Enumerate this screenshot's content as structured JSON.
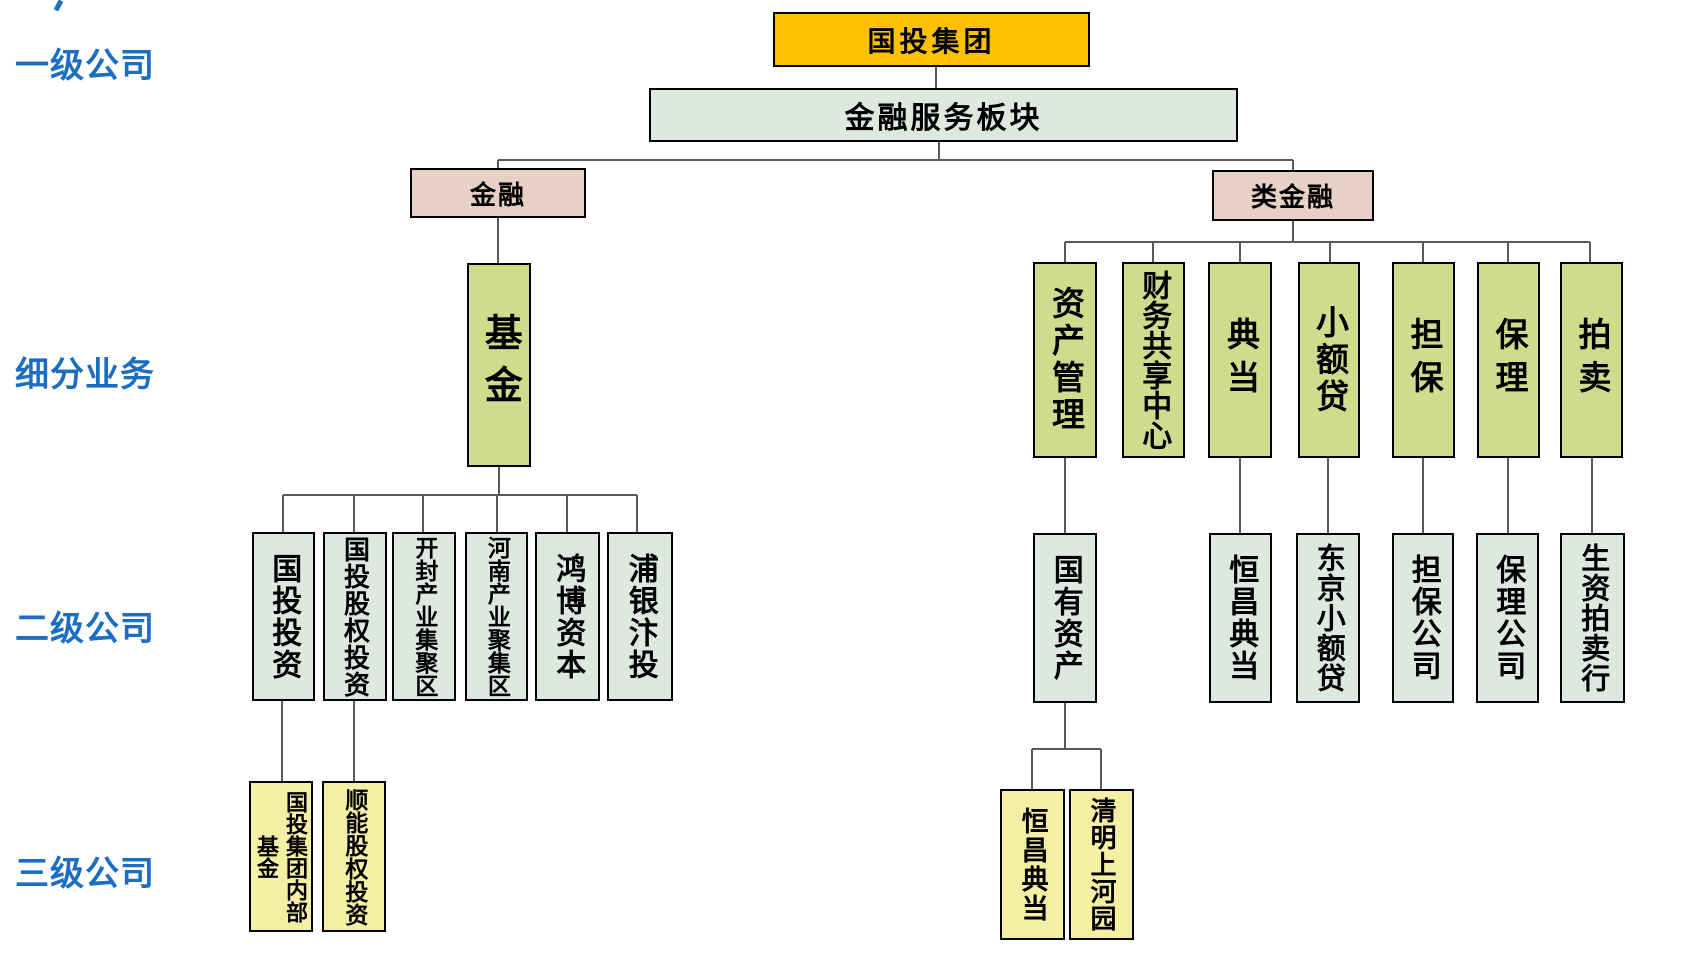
{
  "diagram": {
    "type": "org-chart",
    "row_labels": {
      "tier1": "一级公司",
      "segments": "细分业务",
      "tier2": "二级公司",
      "tier3": "三级公司"
    },
    "nodes": {
      "root": "国投集团",
      "sector": "金融服务板块",
      "finance": "金融",
      "quasi_finance": "类金融",
      "fund": "基金",
      "asset_management": "资产管理",
      "financial_shared_center": "财务共享中心",
      "pawn": "典当",
      "micro_loan": "小额贷",
      "guarantee": "担保",
      "factoring": "保理",
      "auction": "拍卖",
      "guotou_investment": "国投投资",
      "guotou_equity_investment": "国投股权投资",
      "kaifeng_industrial_cluster": "开封产业集聚区",
      "henan_industrial_cluster": "河南产业聚集区",
      "hongbo_capital": "鸿博资本",
      "puyin_biantou": "浦银汴投",
      "group_internal_fund": "国投集团内部基金",
      "shunneng_equity_investment": "顺能股权投资",
      "state_owned_assets": "国有资产",
      "hengchang_pawn_l2": "恒昌典当",
      "dongjing_micro_loan": "东京小额贷",
      "guarantee_company": "担保公司",
      "factoring_company": "保理公司",
      "shengzi_auction_house": "生资拍卖行",
      "hengchang_pawn_l3": "恒昌典当",
      "qingming_riverside_park": "清明上河园"
    },
    "edges": [
      [
        "root",
        "sector"
      ],
      [
        "sector",
        "finance"
      ],
      [
        "sector",
        "quasi_finance"
      ],
      [
        "finance",
        "fund"
      ],
      [
        "fund",
        "guotou_investment"
      ],
      [
        "fund",
        "guotou_equity_investment"
      ],
      [
        "fund",
        "kaifeng_industrial_cluster"
      ],
      [
        "fund",
        "henan_industrial_cluster"
      ],
      [
        "fund",
        "hongbo_capital"
      ],
      [
        "fund",
        "puyin_biantou"
      ],
      [
        "guotou_investment",
        "group_internal_fund"
      ],
      [
        "guotou_equity_investment",
        "shunneng_equity_investment"
      ],
      [
        "quasi_finance",
        "asset_management"
      ],
      [
        "quasi_finance",
        "financial_shared_center"
      ],
      [
        "quasi_finance",
        "pawn"
      ],
      [
        "quasi_finance",
        "micro_loan"
      ],
      [
        "quasi_finance",
        "guarantee"
      ],
      [
        "quasi_finance",
        "factoring"
      ],
      [
        "quasi_finance",
        "auction"
      ],
      [
        "asset_management",
        "state_owned_assets"
      ],
      [
        "pawn",
        "hengchang_pawn_l2"
      ],
      [
        "micro_loan",
        "dongjing_micro_loan"
      ],
      [
        "guarantee",
        "guarantee_company"
      ],
      [
        "factoring",
        "factoring_company"
      ],
      [
        "auction",
        "shengzi_auction_house"
      ],
      [
        "state_owned_assets",
        "hengchang_pawn_l3"
      ],
      [
        "state_owned_assets",
        "qingming_riverside_park"
      ]
    ],
    "colors": {
      "row_label_blue": "#1b6ec2",
      "root_fill": "#fec101",
      "sector_fill": "#dde8e0",
      "branch_fill": "#e7d0c6",
      "segment_fill": "#cddd8b",
      "tier2_fill": "#dde8e0",
      "tier3_fill": "#f4efa3",
      "connector": "#5a5a5a",
      "border": "#000000"
    }
  }
}
